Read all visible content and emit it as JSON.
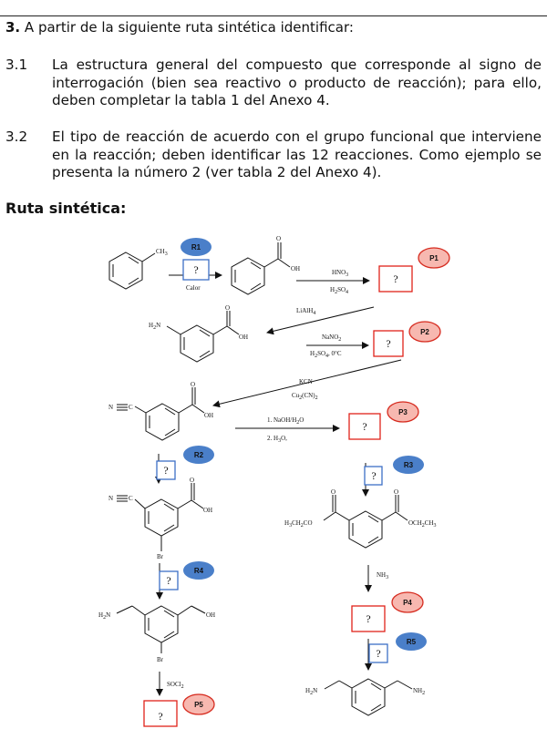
{
  "question": {
    "number": "3.",
    "text": "A partir de la siguiente ruta sintética identificar:"
  },
  "items": [
    {
      "number": "3.1",
      "text": "La estructura general del compuesto que corresponde al signo de interrogación (bien sea reactivo o producto de reacción); para ello, deben completar la tabla 1 del Anexo 4."
    },
    {
      "number": "3.2",
      "text": "El tipo de reacción de acuerdo con el grupo funcional que interviene en la reacción; deben identificar las 12 reacciones. Como ejemplo se presenta la número 2 (ver tabla 2 del Anexo 4)."
    }
  ],
  "route_label": "Ruta sintética:",
  "scheme": {
    "unknown_mark": "?",
    "badges": {
      "r1": "R1",
      "r2": "R2",
      "r3": "R3",
      "r4": "R4",
      "r5": "R5",
      "p1": "P1",
      "p2": "P2",
      "p3": "P3",
      "p4": "P4",
      "p5": "P5"
    },
    "conditions": {
      "calor": "Calor",
      "hno3_a": "HNO",
      "hno3_b": "3",
      "h2so4_a": "H",
      "h2so4_b": "2",
      "h2so4_c": "SO",
      "h2so4_d": "4",
      "lialh4": "LiAlH",
      "lialh4_sub": "4",
      "nano2_a": "NaNO",
      "nano2_b": "2",
      "h2so4_0c_a": "H",
      "h2so4_0c_b": "2",
      "h2so4_0c_c": "SO",
      "h2so4_0c_d": "4",
      "h2so4_0c_e": ", 0°C",
      "kcn": "KCN",
      "cucn_a": "Cu",
      "cucn_b": "2",
      "cucn_c": "(CN)",
      "cucn_d": "2",
      "naoh": "1. NaOH/H",
      "naoh_sub": "2",
      "naoh_end": "O",
      "h3o": "2. H",
      "h3o_sub": "3",
      "h3o_end": "O,",
      "nh3_a": "NH",
      "nh3_b": "3",
      "socl2_a": "SOCl",
      "socl2_b": "2"
    },
    "atoms": {
      "ch3": "CH",
      "ch3_sub": "3",
      "oh": "OH",
      "o": "O",
      "h2n": "H",
      "h2n_sub": "2",
      "h2n_end": "N",
      "nc": "N",
      "nc_c": "C",
      "br": "Br",
      "h3cch2co_a": "H",
      "h3cch2co_b": "3",
      "h3cch2co_c": "CH",
      "h3cch2co_d": "2",
      "h3cch2co_e": "CO",
      "och2ch3_a": "OCH",
      "och2ch3_b": "2",
      "och2ch3_c": "CH",
      "och2ch3_d": "3",
      "nh2_a": "NH",
      "nh2_b": "2"
    },
    "colors": {
      "badge_blue": "#4a7fc9",
      "badge_red_fill": "#f7b8b0",
      "badge_red_stroke": "#d62b1f",
      "box_blue": "#3d6fc7",
      "box_red": "#e0221a"
    }
  }
}
